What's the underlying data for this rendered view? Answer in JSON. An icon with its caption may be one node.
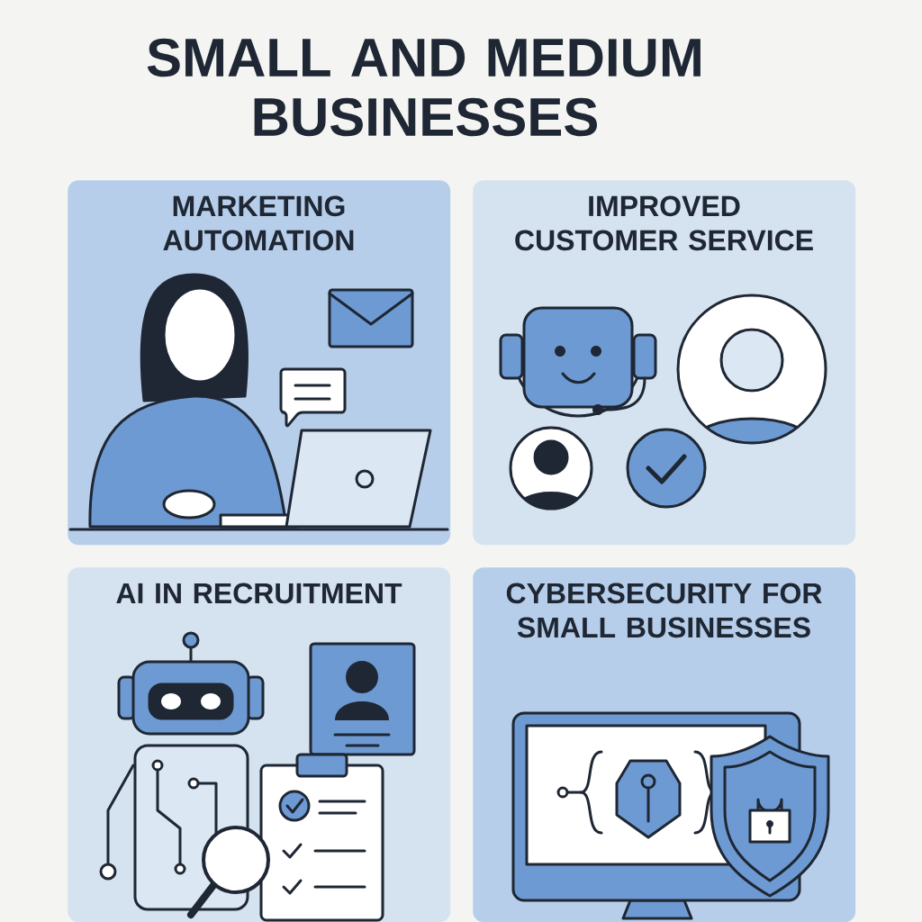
{
  "diagram": {
    "title": "SMALL AND MEDIUM BUSINESSES",
    "nodes": [
      {
        "text": [
          "MARKETING AUTOMATION"
        ]
      },
      {
        "text": [
          "IMPROVED CUSTOMER SERVICE"
        ]
      },
      {
        "text": [
          "AI IN RECRUITMENT"
        ]
      },
      {
        "text": [
          "CYBERSECURITY FOR SMALL BUSINESSES"
        ]
      }
    ]
  }
}
